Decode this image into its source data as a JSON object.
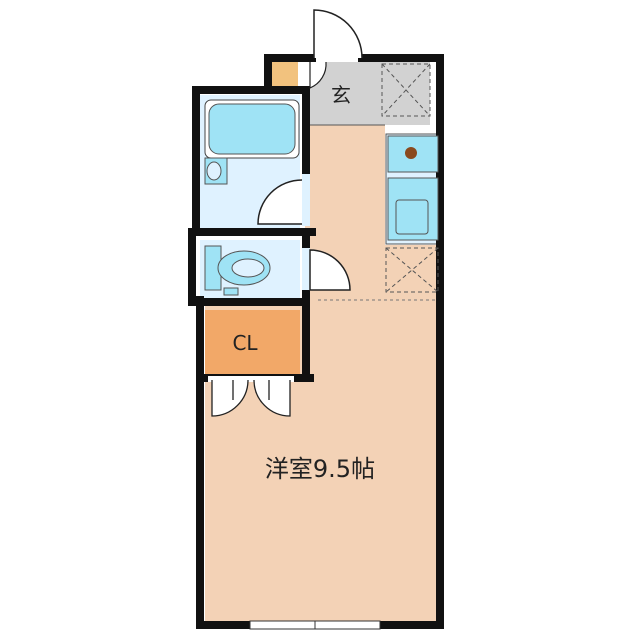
{
  "floorplan": {
    "rooms": {
      "genkan": {
        "label": "玄"
      },
      "closet": {
        "label": "CL"
      },
      "main_room": {
        "label": "洋室9.5帖"
      }
    },
    "fixtures": [
      "bathtub",
      "washbasin",
      "toilet",
      "stove-burner",
      "kitchen-sink",
      "refrigerator-space",
      "shoe-cabinet"
    ],
    "colors": {
      "room_floor": "#f3d2b6",
      "entrance_floor": "#d2d2d2",
      "wet_area": "#dff2ff",
      "fixture": "#9fe3f5",
      "closet": "#f2a868",
      "wall": "#111111",
      "burner": "#8a4a1e"
    }
  }
}
